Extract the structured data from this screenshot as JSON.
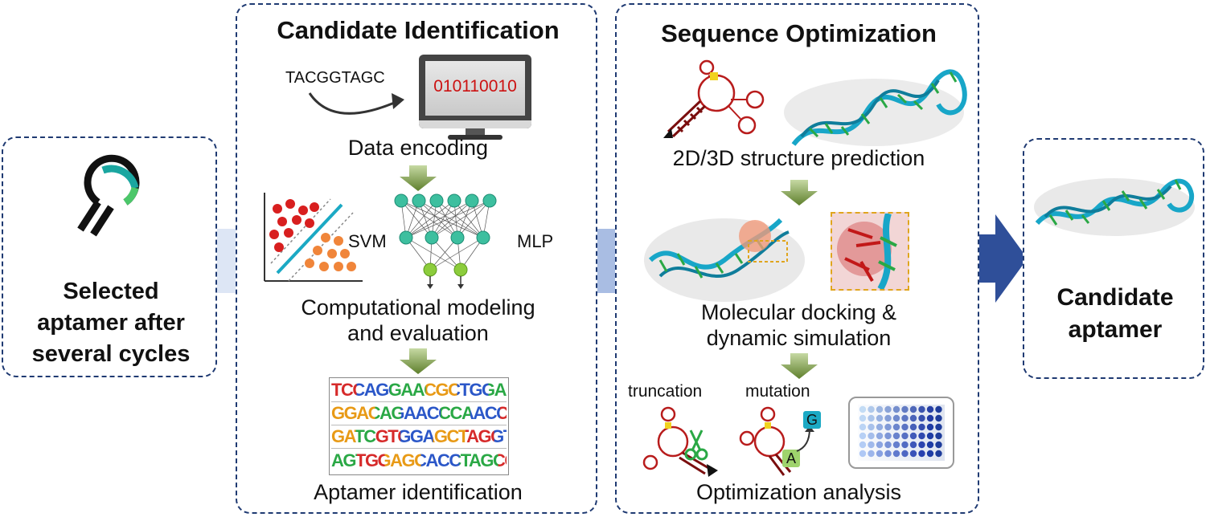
{
  "colors": {
    "panel_border": "#1f3a72",
    "flow_arrow": "#2f4f99",
    "connector": "#c9d6ee",
    "step_arrow": "#6f8f3a",
    "binary_text": "#cc1111",
    "node_fill": "#3dbf9f",
    "helix_green": "#2aa845",
    "helix_cyan": "#18a6c8"
  },
  "left_panel": {
    "icon": "aptamer-loop-icon",
    "label_lines": [
      "Selected",
      "aptamer after",
      "several cycles"
    ]
  },
  "candidate_panel": {
    "title": "Candidate Identification",
    "input_sequence": "TACGGTAGC",
    "binary_code": "010110010",
    "monitor_icon": "computer-monitor-icon",
    "step1_label": "Data encoding",
    "svm_label": "SVM",
    "mlp_label": "MLP",
    "step2_label_lines": [
      "Computational modeling",
      "and evaluation"
    ],
    "logo_rows": [
      "TCCAGGAACGCTGGACGA",
      "GGACAGAACCCAACCTG",
      "GATCGTGGAGCTAGGTAC",
      "AGTGGAGCACCTAGCGTAT"
    ],
    "step3_label": "Aptamer identification"
  },
  "optimization_panel": {
    "title": "Sequence Optimization",
    "step1_label": "2D/3D structure prediction",
    "step2_label_lines": [
      "Molecular docking &",
      "dynamic simulation"
    ],
    "truncation_label": "truncation",
    "mutation_label": "mutation",
    "mutation_from": "A",
    "mutation_to": "G",
    "scissors_icon": "scissors-icon",
    "step3_label": "Optimization analysis"
  },
  "right_panel": {
    "label_lines": [
      "Candidate",
      "aptamer"
    ]
  }
}
